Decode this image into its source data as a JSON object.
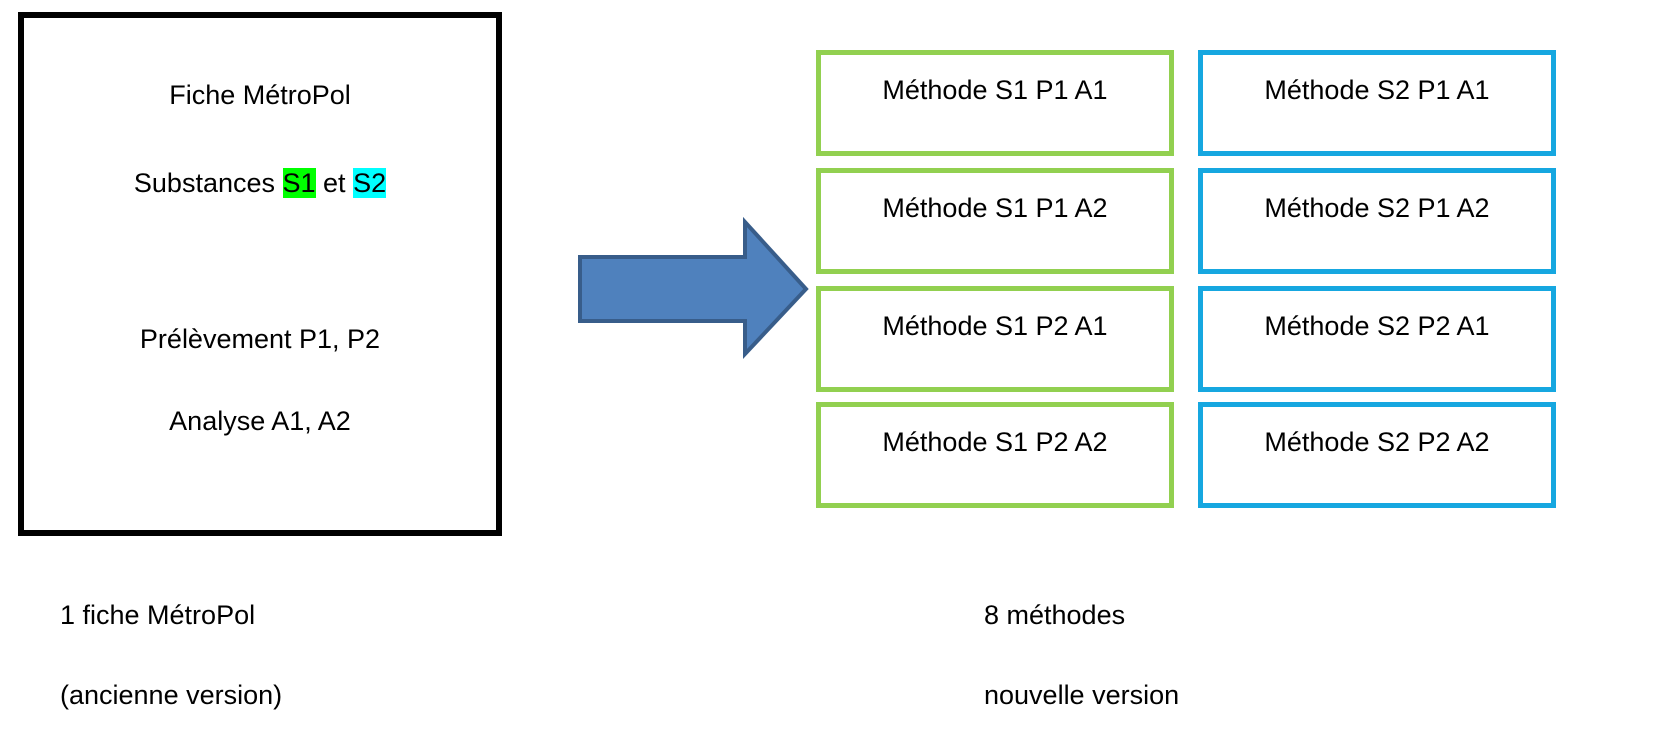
{
  "fiche": {
    "title": "Fiche MétroPol",
    "substances_prefix": "Substances ",
    "substance_1": "S1",
    "substances_mid": " et ",
    "substance_2": "S2",
    "prelevement": "Prélèvement P1, P2",
    "analyse": "Analyse A1, A2"
  },
  "methods_s1": [
    "Méthode S1 P1 A1",
    "Méthode S1 P1 A2",
    "Méthode S1 P2 A1",
    "Méthode S1 P2 A2"
  ],
  "methods_s2": [
    "Méthode S2 P1 A1",
    "Méthode S2 P1 A2",
    "Méthode S2 P2 A1",
    "Méthode S2 P2 A2"
  ],
  "captions": {
    "left_1": "1 fiche MétroPol",
    "left_2": "(ancienne version)",
    "right_1": "8 méthodes",
    "right_2": "nouvelle version"
  },
  "colors": {
    "s1": "#92d050",
    "s2": "#16a7e0",
    "arrow": "#4f81bd"
  }
}
